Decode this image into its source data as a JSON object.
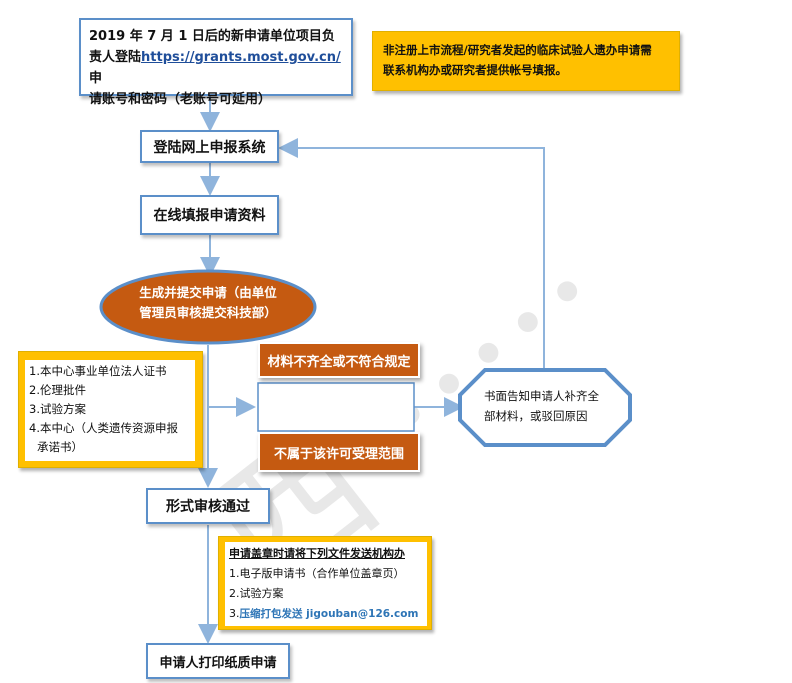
{
  "top_box": {
    "line1": "2019 年 7 月 1 日后的新申请单位项目负",
    "line2_pre": "责人登陆",
    "link": "https://grants.most.gov.cn/",
    "line2_post": "申",
    "line3": "请账号和密码（老账号可延用）"
  },
  "note_box": {
    "line1": "非注册上市流程/研究者发起的临床试验人遗办申请需",
    "line2": "联系机构办或研究者提供帐号填报。"
  },
  "step_login": "登陆网上申报系统",
  "step_fill": "在线填报申请资料",
  "step_submit": {
    "line1": "生成并提交申请（由单位",
    "line2": "管理员审核提交科技部）"
  },
  "materials": {
    "items": [
      "1.本中心事业单位法人证书",
      "2.伦理批件",
      "3.试验方案",
      "4.本中心（人类遗传资源申报",
      "承诺书）"
    ]
  },
  "issue_incomplete": "材料不齐全或不符合规定",
  "issue_out_of_scope": "不属于该许可受理范围",
  "notice": {
    "line1": "书面告知申请人补齐全",
    "line2": "部材料，或驳回原因"
  },
  "step_pass": "形式审核通过",
  "stamp_panel": {
    "title": "申请盖章时请将下列文件发送机构办",
    "item1": "1.电子版申请书（合作单位盖章页）",
    "item2": "2.试验方案",
    "item3_prefix": "3.",
    "item3_highlight": "压缩打包发送 jigouban@126.com"
  },
  "step_print": "申请人打印纸质申请",
  "colors": {
    "flow_blue": "#5b8fc9",
    "arrow_blue": "#8fb4dc",
    "panel_yellow": "#ffc000",
    "accent_brown": "#c55a11",
    "link_blue": "#1f4e9a"
  }
}
